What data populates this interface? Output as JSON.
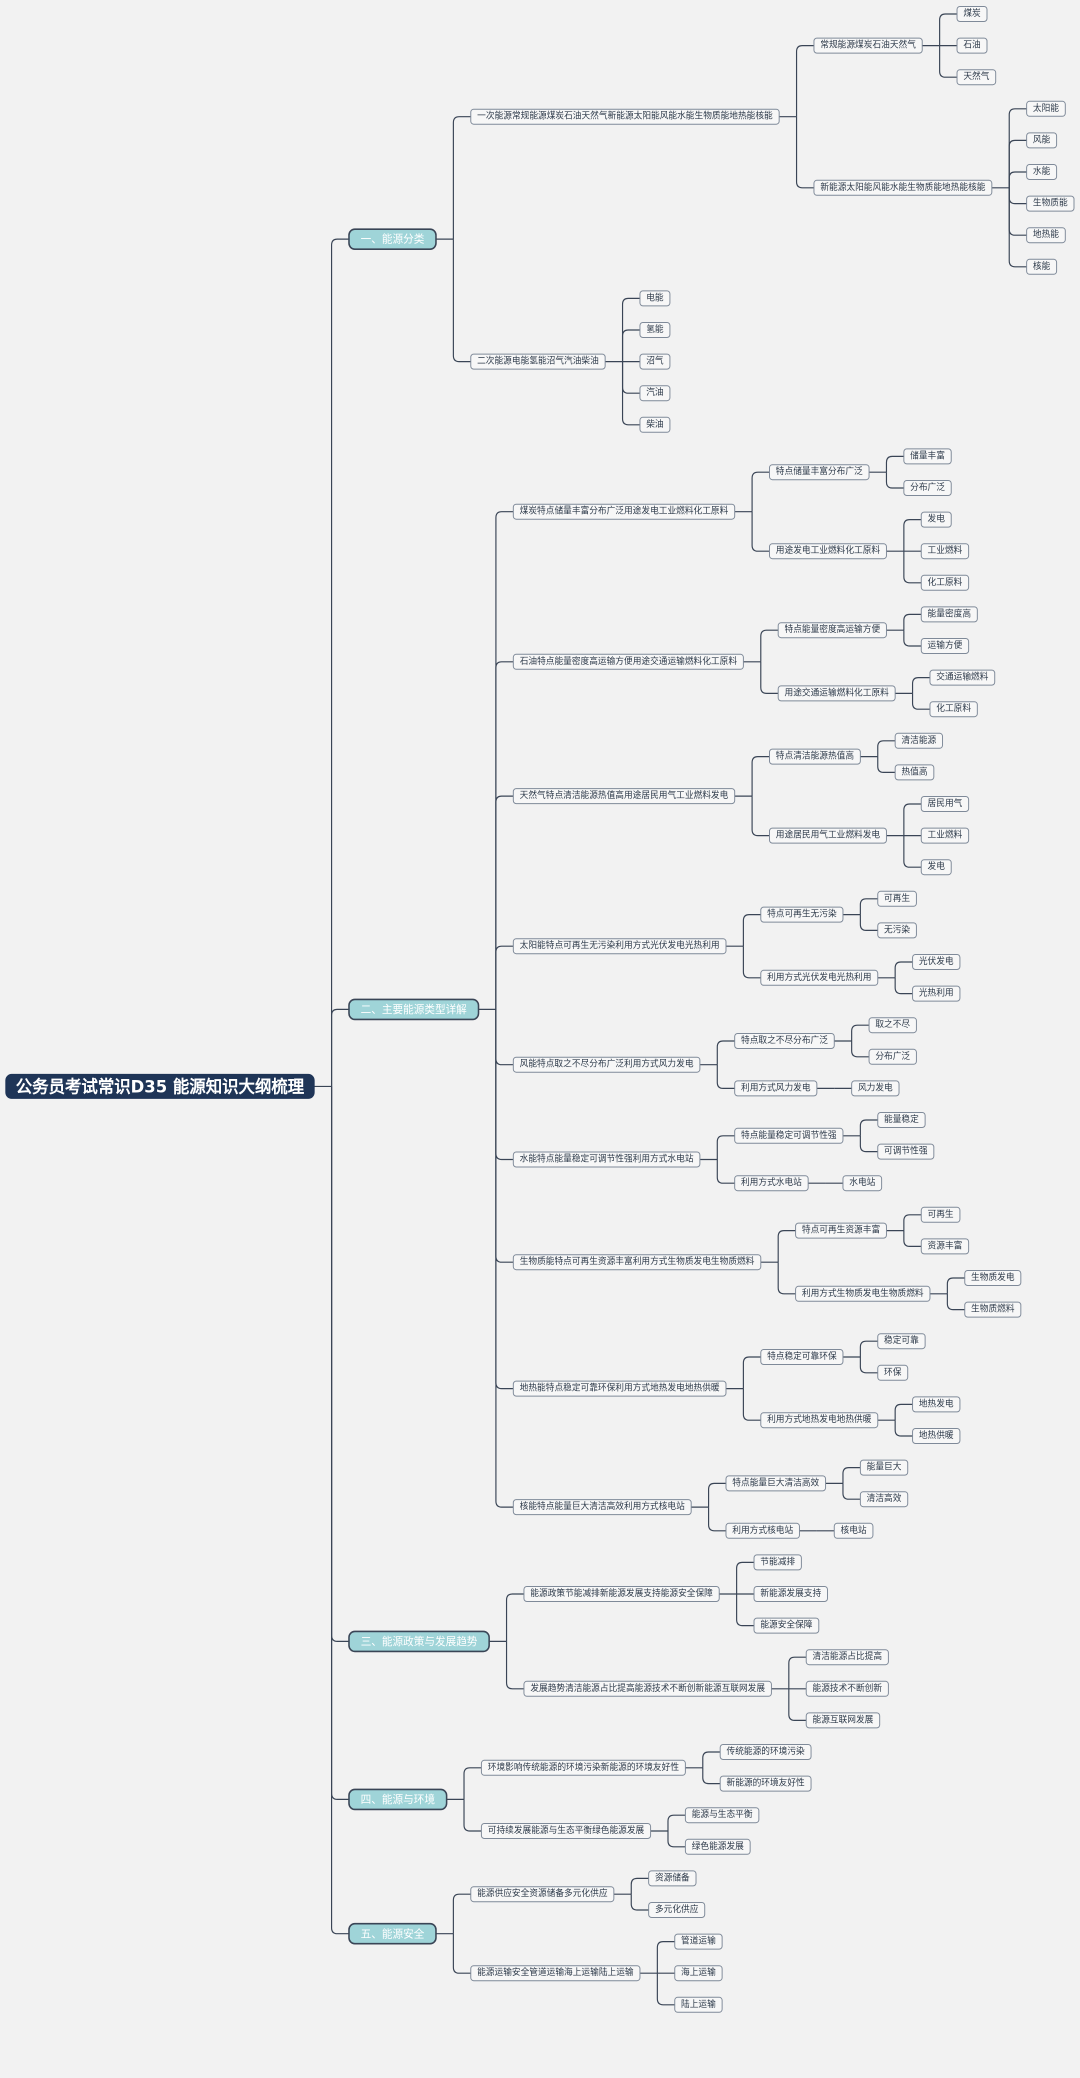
{
  "colors": {
    "background": "#f2f2f2",
    "root_fill": "#1f3557",
    "root_text": "#ffffff",
    "category_fill": "#9fd4d8",
    "category_text": "#ffffff",
    "box_fill": "#f7f7f7",
    "box_stroke": "#7f8a99",
    "line": "#3a4556",
    "text": "#2d3a4a"
  },
  "root": {
    "label": "公务员考试常识D35 能源知识大纲梳理",
    "children": [
      {
        "label": "一、能源分类",
        "children": [
          {
            "label": "一次能源常规能源煤炭石油天然气新能源太阳能风能水能生物质能地热能核能",
            "children": [
              {
                "label": "常规能源煤炭石油天然气",
                "children": [
                  {
                    "label": "煤炭"
                  },
                  {
                    "label": "石油"
                  },
                  {
                    "label": "天然气"
                  }
                ]
              },
              {
                "label": "新能源太阳能风能水能生物质能地热能核能",
                "children": [
                  {
                    "label": "太阳能"
                  },
                  {
                    "label": "风能"
                  },
                  {
                    "label": "水能"
                  },
                  {
                    "label": "生物质能"
                  },
                  {
                    "label": "地热能"
                  },
                  {
                    "label": "核能"
                  }
                ]
              }
            ]
          },
          {
            "label": "二次能源电能氢能沼气汽油柴油",
            "children": [
              {
                "label": "电能"
              },
              {
                "label": "氢能"
              },
              {
                "label": "沼气"
              },
              {
                "label": "汽油"
              },
              {
                "label": "柴油"
              }
            ]
          }
        ]
      },
      {
        "label": "二、主要能源类型详解",
        "children": [
          {
            "label": "煤炭特点储量丰富分布广泛用途发电工业燃料化工原料",
            "children": [
              {
                "label": "特点储量丰富分布广泛",
                "children": [
                  {
                    "label": "储量丰富"
                  },
                  {
                    "label": "分布广泛"
                  }
                ]
              },
              {
                "label": "用途发电工业燃料化工原料",
                "children": [
                  {
                    "label": "发电"
                  },
                  {
                    "label": "工业燃料"
                  },
                  {
                    "label": "化工原料"
                  }
                ]
              }
            ]
          },
          {
            "label": "石油特点能量密度高运输方便用途交通运输燃料化工原料",
            "children": [
              {
                "label": "特点能量密度高运输方便",
                "children": [
                  {
                    "label": "能量密度高"
                  },
                  {
                    "label": "运输方便"
                  }
                ]
              },
              {
                "label": "用途交通运输燃料化工原料",
                "children": [
                  {
                    "label": "交通运输燃料"
                  },
                  {
                    "label": "化工原料"
                  }
                ]
              }
            ]
          },
          {
            "label": "天然气特点清洁能源热值高用途居民用气工业燃料发电",
            "children": [
              {
                "label": "特点清洁能源热值高",
                "children": [
                  {
                    "label": "清洁能源"
                  },
                  {
                    "label": "热值高"
                  }
                ]
              },
              {
                "label": "用途居民用气工业燃料发电",
                "children": [
                  {
                    "label": "居民用气"
                  },
                  {
                    "label": "工业燃料"
                  },
                  {
                    "label": "发电"
                  }
                ]
              }
            ]
          },
          {
            "label": "太阳能特点可再生无污染利用方式光伏发电光热利用",
            "children": [
              {
                "label": "特点可再生无污染",
                "children": [
                  {
                    "label": "可再生"
                  },
                  {
                    "label": "无污染"
                  }
                ]
              },
              {
                "label": "利用方式光伏发电光热利用",
                "children": [
                  {
                    "label": "光伏发电"
                  },
                  {
                    "label": "光热利用"
                  }
                ]
              }
            ]
          },
          {
            "label": "风能特点取之不尽分布广泛利用方式风力发电",
            "children": [
              {
                "label": "特点取之不尽分布广泛",
                "children": [
                  {
                    "label": "取之不尽"
                  },
                  {
                    "label": "分布广泛"
                  }
                ]
              },
              {
                "label": "利用方式风力发电",
                "children": [
                  {
                    "label": "风力发电"
                  }
                ]
              }
            ]
          },
          {
            "label": "水能特点能量稳定可调节性强利用方式水电站",
            "children": [
              {
                "label": "特点能量稳定可调节性强",
                "children": [
                  {
                    "label": "能量稳定"
                  },
                  {
                    "label": "可调节性强"
                  }
                ]
              },
              {
                "label": "利用方式水电站",
                "children": [
                  {
                    "label": "水电站"
                  }
                ]
              }
            ]
          },
          {
            "label": "生物质能特点可再生资源丰富利用方式生物质发电生物质燃料",
            "children": [
              {
                "label": "特点可再生资源丰富",
                "children": [
                  {
                    "label": "可再生"
                  },
                  {
                    "label": "资源丰富"
                  }
                ]
              },
              {
                "label": "利用方式生物质发电生物质燃料",
                "children": [
                  {
                    "label": "生物质发电"
                  },
                  {
                    "label": "生物质燃料"
                  }
                ]
              }
            ]
          },
          {
            "label": "地热能特点稳定可靠环保利用方式地热发电地热供暖",
            "children": [
              {
                "label": "特点稳定可靠环保",
                "children": [
                  {
                    "label": "稳定可靠"
                  },
                  {
                    "label": "环保"
                  }
                ]
              },
              {
                "label": "利用方式地热发电地热供暖",
                "children": [
                  {
                    "label": "地热发电"
                  },
                  {
                    "label": "地热供暖"
                  }
                ]
              }
            ]
          },
          {
            "label": "核能特点能量巨大清洁高效利用方式核电站",
            "children": [
              {
                "label": "特点能量巨大清洁高效",
                "children": [
                  {
                    "label": "能量巨大"
                  },
                  {
                    "label": "清洁高效"
                  }
                ]
              },
              {
                "label": "利用方式核电站",
                "children": [
                  {
                    "label": "核电站"
                  }
                ]
              }
            ]
          }
        ]
      },
      {
        "label": "三、能源政策与发展趋势",
        "children": [
          {
            "label": "能源政策节能减排新能源发展支持能源安全保障",
            "children": [
              {
                "label": "节能减排"
              },
              {
                "label": "新能源发展支持"
              },
              {
                "label": "能源安全保障"
              }
            ]
          },
          {
            "label": "发展趋势清洁能源占比提高能源技术不断创新能源互联网发展",
            "children": [
              {
                "label": "清洁能源占比提高"
              },
              {
                "label": "能源技术不断创新"
              },
              {
                "label": "能源互联网发展"
              }
            ]
          }
        ]
      },
      {
        "label": "四、能源与环境",
        "children": [
          {
            "label": "环境影响传统能源的环境污染新能源的环境友好性",
            "children": [
              {
                "label": "传统能源的环境污染"
              },
              {
                "label": "新能源的环境友好性"
              }
            ]
          },
          {
            "label": "可持续发展能源与生态平衡绿色能源发展",
            "children": [
              {
                "label": "能源与生态平衡"
              },
              {
                "label": "绿色能源发展"
              }
            ]
          }
        ]
      },
      {
        "label": "五、能源安全",
        "children": [
          {
            "label": "能源供应安全资源储备多元化供应",
            "children": [
              {
                "label": "资源储备"
              },
              {
                "label": "多元化供应"
              }
            ]
          },
          {
            "label": "能源运输安全管道运输海上运输陆上运输",
            "children": [
              {
                "label": "管道运输"
              },
              {
                "label": "海上运输"
              },
              {
                "label": "陆上运输"
              }
            ]
          }
        ]
      }
    ]
  }
}
